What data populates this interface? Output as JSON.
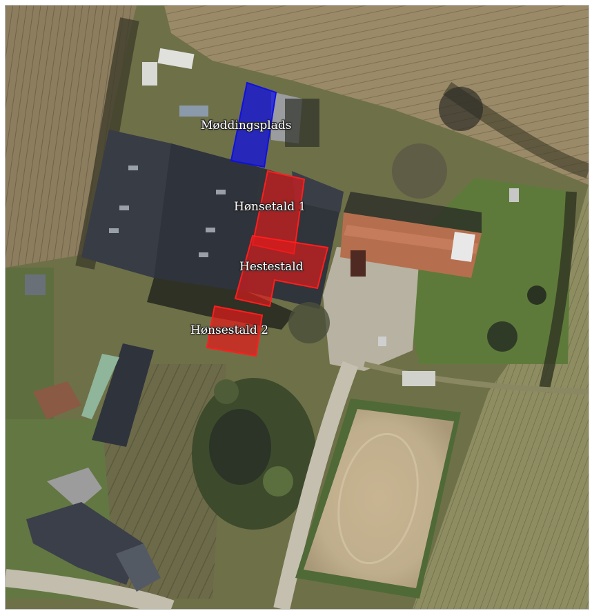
{
  "map": {
    "colors": {
      "manure_area": "#1010e0",
      "building_fill": "#e41a1a",
      "building_stroke": "#ff1e1e"
    },
    "areas": [
      {
        "id": "moddingsplads",
        "label": "Møddingsplads",
        "color": "#1010e0"
      },
      {
        "id": "honsetald-1",
        "label": "Hønsetald 1",
        "color": "#e41a1a"
      },
      {
        "id": "hestestald",
        "label": "Hestestald",
        "color": "#e41a1a"
      },
      {
        "id": "honsestald-2",
        "label": "Hønsestald 2",
        "color": "#e41a1a"
      }
    ]
  }
}
